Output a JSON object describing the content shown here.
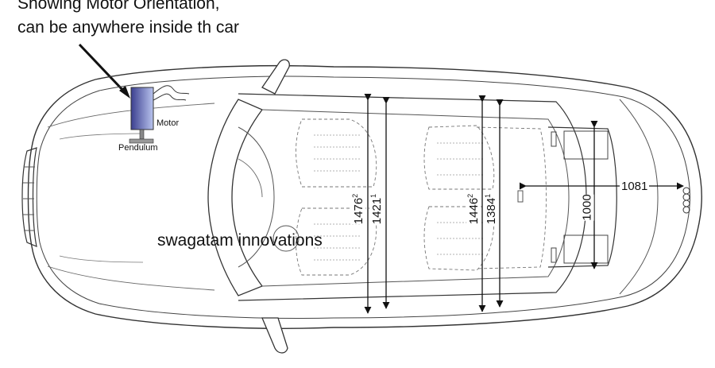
{
  "caption": {
    "line1": "Showing Motor Orientation,",
    "line2": "can be anywhere inside th car"
  },
  "labels": {
    "motor": "Motor",
    "pendulum": "Pendulum"
  },
  "watermark": "swagatam innovations",
  "dimensions": {
    "d1476": {
      "value": "1476",
      "sup": "2"
    },
    "d1421": {
      "value": "1421",
      "sup": "1"
    },
    "d1446": {
      "value": "1446",
      "sup": "2"
    },
    "d1384": {
      "value": "1384",
      "sup": "1"
    },
    "d1000": {
      "value": "1000",
      "sup": ""
    },
    "d1081": {
      "value": "1081",
      "sup": ""
    }
  },
  "colors": {
    "line": "#333333",
    "motor_dark": "#3b3f8f",
    "motor_light": "#b9c4ee"
  },
  "icons": [
    "arrow-icon",
    "motor-icon",
    "car-outline-icon"
  ]
}
